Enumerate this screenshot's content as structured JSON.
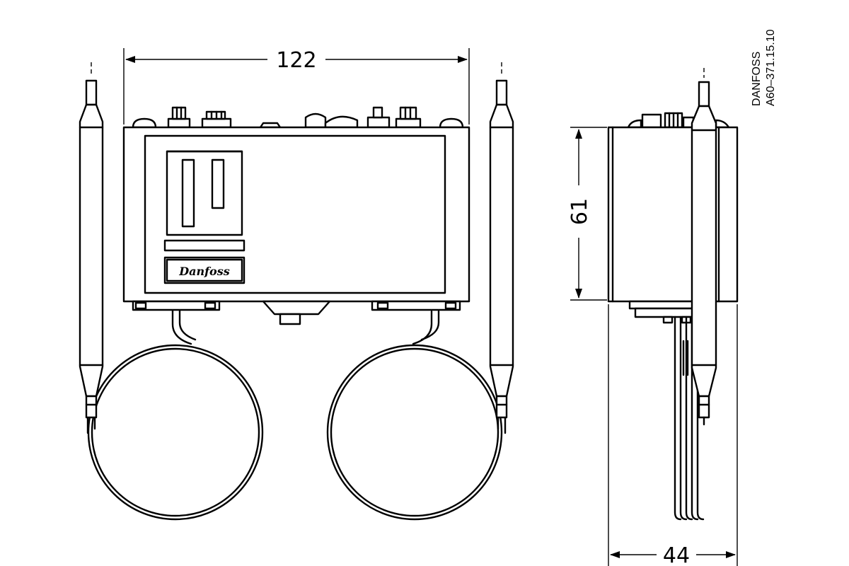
{
  "diagram": {
    "dimensions": {
      "width_label": "122",
      "height_label": "61",
      "depth_label": "44"
    },
    "logo_text": "Danfoss",
    "reference": {
      "brand": "DANFOSS",
      "code": "A60–371.15.10"
    },
    "colors": {
      "line": "#000000",
      "background": "#ffffff"
    }
  }
}
